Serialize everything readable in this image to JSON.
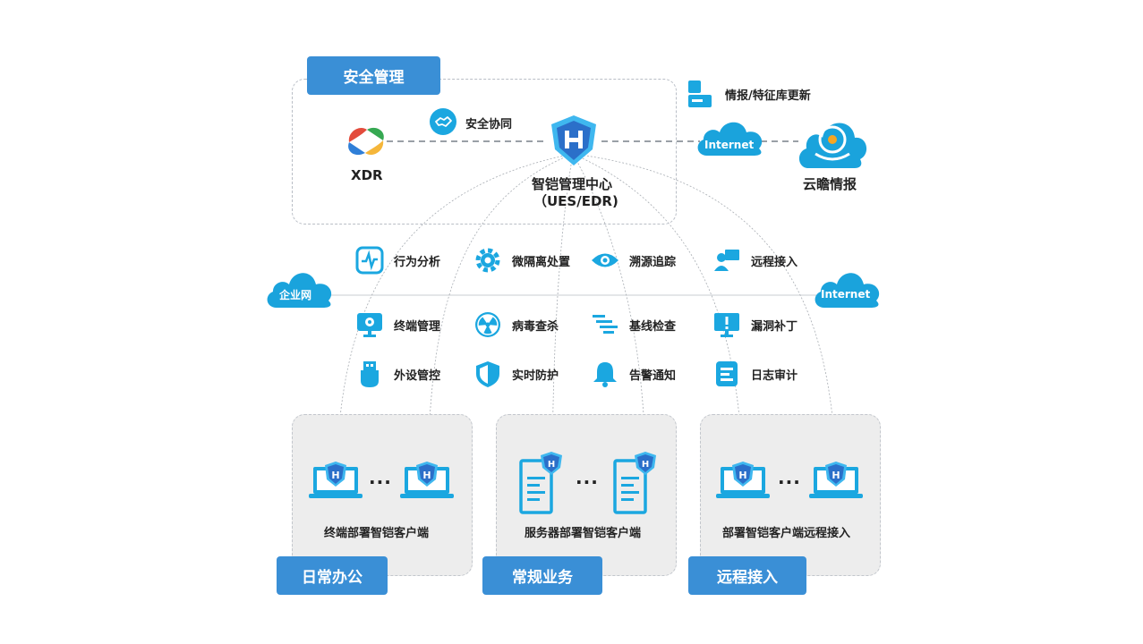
{
  "security_mgmt": {
    "tag": "安全管理",
    "xdr_label": "XDR",
    "collab_label": "安全协同"
  },
  "center": {
    "title": "智铠管理中心",
    "subtitle": "（UES/EDR)"
  },
  "intel": {
    "update_label": "情报/特征库更新",
    "cloud_label": "Internet",
    "yunzhan_label": "云瞻情报"
  },
  "network": {
    "left_cloud": "企业网",
    "right_cloud": "Internet"
  },
  "features": [
    {
      "label": "行为分析",
      "icon": "behavior-analysis-icon"
    },
    {
      "label": "微隔离处置",
      "icon": "gear-icon"
    },
    {
      "label": "溯源追踪",
      "icon": "eye-icon"
    },
    {
      "label": "远程接入",
      "icon": "remote-user-icon"
    },
    {
      "label": "终端管理",
      "icon": "terminal-icon"
    },
    {
      "label": "病毒查杀",
      "icon": "radiation-icon"
    },
    {
      "label": "基线检查",
      "icon": "baseline-icon"
    },
    {
      "label": "漏洞补丁",
      "icon": "monitor-alert-icon"
    },
    {
      "label": "外设管控",
      "icon": "usb-icon"
    },
    {
      "label": "实时防护",
      "icon": "shield-icon"
    },
    {
      "label": "告警通知",
      "icon": "bell-icon"
    },
    {
      "label": "日志审计",
      "icon": "log-icon"
    }
  ],
  "groups": [
    {
      "tag": "日常办公",
      "caption": "终端部署智铠客户端",
      "ellipsis": "···",
      "device": "laptop"
    },
    {
      "tag": "常规业务",
      "caption": "服务器部署智铠客户端",
      "ellipsis": "···",
      "device": "server"
    },
    {
      "tag": "远程接入",
      "caption": "部署智铠客户端远程接入",
      "ellipsis": "···",
      "device": "laptop"
    }
  ],
  "colors": {
    "accent": "#3a8fd6",
    "icon_blue": "#1ba7e0",
    "shield": "#2b6fc9",
    "cloud": "#1aa3dc"
  }
}
